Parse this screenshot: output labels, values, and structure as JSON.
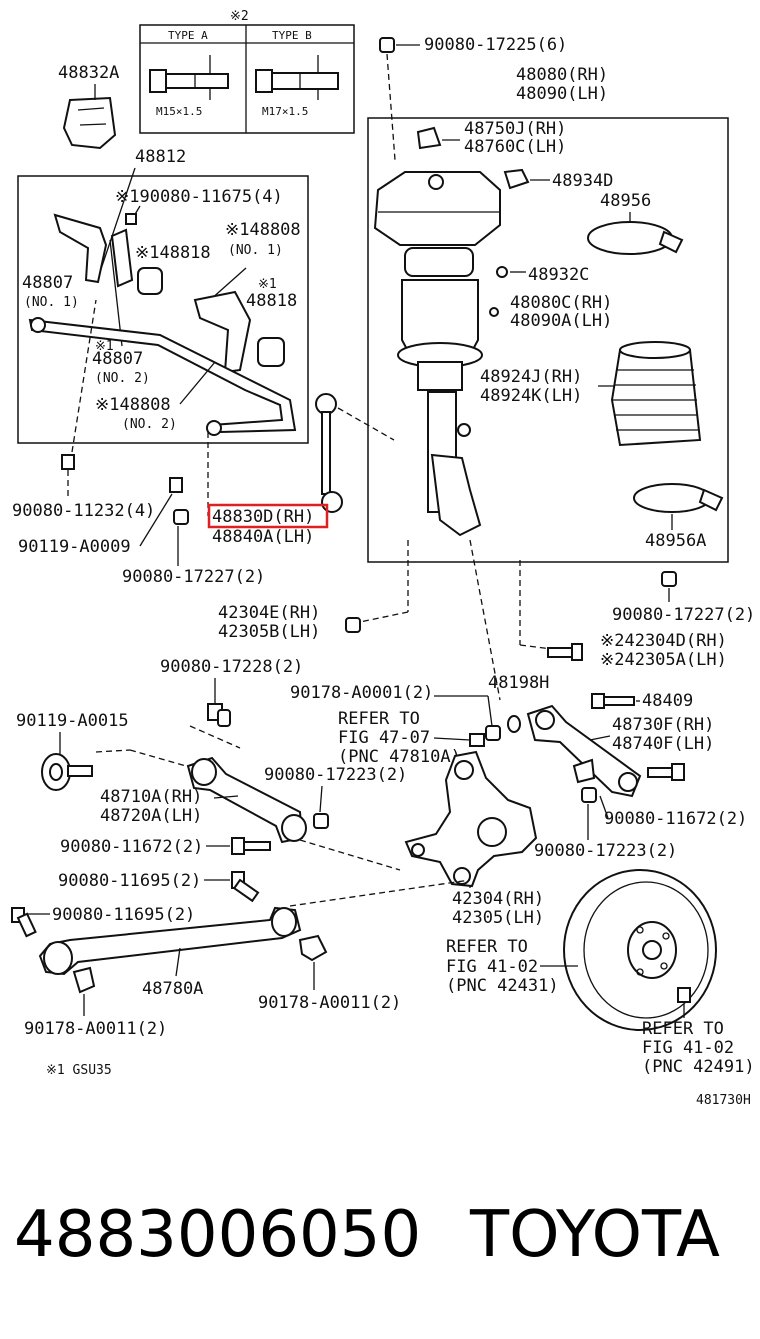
{
  "type_table": {
    "header_mark": "※2",
    "type_a": "TYPE A",
    "type_b": "TYPE B",
    "spec_a": "M15×1.5",
    "spec_b": "M17×1.5"
  },
  "labels": {
    "p48832A": "48832A",
    "p48812": "48812",
    "p90080_11675": "※190080-11675(4)",
    "p48808_no1": "※148808",
    "p48808_no1_sub": "(NO. 1)",
    "p48818_a": "※148818",
    "p48818_b_mark": "※1",
    "p48818_b": "48818",
    "p48807_no1": "48807",
    "p48807_no1_sub": "(NO. 1)",
    "p48807_no2_mark": "※1",
    "p48807_no2": "48807",
    "p48807_no2_sub": "(NO. 2)",
    "p48808_no2": "※148808",
    "p48808_no2_sub": "(NO. 2)",
    "p90080_11232": "90080-11232(4)",
    "p90119_A0009": "90119-A0009",
    "p48830D": "48830D(RH)",
    "p48840A": "48840A(LH)",
    "p90080_17227_a": "90080-17227(2)",
    "p90080_17225": "90080-17225(6)",
    "p48080": "48080(RH)",
    "p48090": "48090(LH)",
    "p48750J": "48750J(RH)",
    "p48760C": "48760C(LH)",
    "p48934D": "48934D",
    "p48956": "48956",
    "p48932C": "48932C",
    "p48080C": "48080C(RH)",
    "p48090A": "48090A(LH)",
    "p48924J": "48924J(RH)",
    "p48924K": "48924K(LH)",
    "p48956A": "48956A",
    "p90080_17227_b": "90080-17227(2)",
    "p42304E": "42304E(RH)",
    "p42305B": "42305B(LH)",
    "p42304D": "※242304D(RH)",
    "p42305A": "※242305A(LH)",
    "p90080_17228": "90080-17228(2)",
    "p90178_A0001": "90178-A0001(2)",
    "p48198H": "48198H",
    "p48409": "48409",
    "p90119_A0015": "90119-A0015",
    "refer1_a": "REFER TO",
    "refer1_b": "FIG 47-07",
    "refer1_c": "(PNC 47810A)",
    "p48730F": "48730F(RH)",
    "p48740F": "48740F(LH)",
    "p90080_17223_a": "90080-17223(2)",
    "p48710A": "48710A(RH)",
    "p48720A": "48720A(LH)",
    "p90080_11672_a": "90080-11672(2)",
    "p90080_11672_b": "90080-11672(2)",
    "p90080_17223_b": "90080-17223(2)",
    "p90080_11695_a": "90080-11695(2)",
    "p90080_11695_b": "90080-11695(2)",
    "p42304": "42304(RH)",
    "p42305": "42305(LH)",
    "refer2_a": "REFER TO",
    "refer2_b": "FIG 41-02",
    "refer2_c": "(PNC 42431)",
    "p48780A": "48780A",
    "p90178_A0011_a": "90178-A0011(2)",
    "p90178_A0011_b": "90178-A0011(2)",
    "refer3_a": "REFER TO",
    "refer3_b": "FIG 41-02",
    "refer3_c": "(PNC 42491)",
    "footnote": "※1 GSU35",
    "diagram_code": "481730H"
  },
  "caption": {
    "part_number": "4883006050",
    "brand": "TOYOTA"
  },
  "highlight_color": "#e02020"
}
